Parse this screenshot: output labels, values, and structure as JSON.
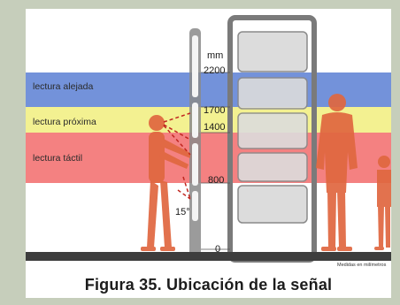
{
  "bands": [
    {
      "label": "lectura alejada",
      "from_mm": 1700,
      "to_mm": 2200,
      "color": "#5b7fd4"
    },
    {
      "label": "lectura próxima",
      "from_mm": 1400,
      "to_mm": 1700,
      "color": "#f1ee7e"
    },
    {
      "label": "lectura táctil",
      "from_mm": 800,
      "to_mm": 1400,
      "color": "#f26b6b"
    }
  ],
  "scale": {
    "unit": "mm",
    "ticks": [
      "2200",
      "1700",
      "1400",
      "800",
      "0"
    ]
  },
  "angle_label": "15°",
  "note": "Medidas en milímetros",
  "caption": "Figura 35. Ubicación de la señal"
}
